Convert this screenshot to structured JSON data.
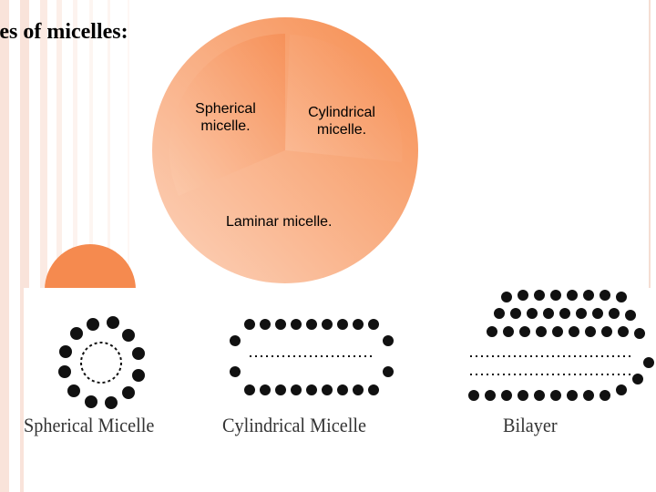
{
  "slide": {
    "title": "pes of micelles:",
    "diagram_labels": {
      "spherical": "Spherical micelle.",
      "cylindrical": "Cylindrical micelle.",
      "laminar": "Laminar micelle."
    }
  },
  "figure": {
    "captions": {
      "spherical": "Spherical Micelle",
      "cylindrical": "Cylindrical Micelle",
      "bilayer": "Bilayer"
    }
  },
  "colors": {
    "accent": "#f68c4e",
    "pie_light": "#fbc7a8",
    "stripe": "#f7d5c8"
  }
}
